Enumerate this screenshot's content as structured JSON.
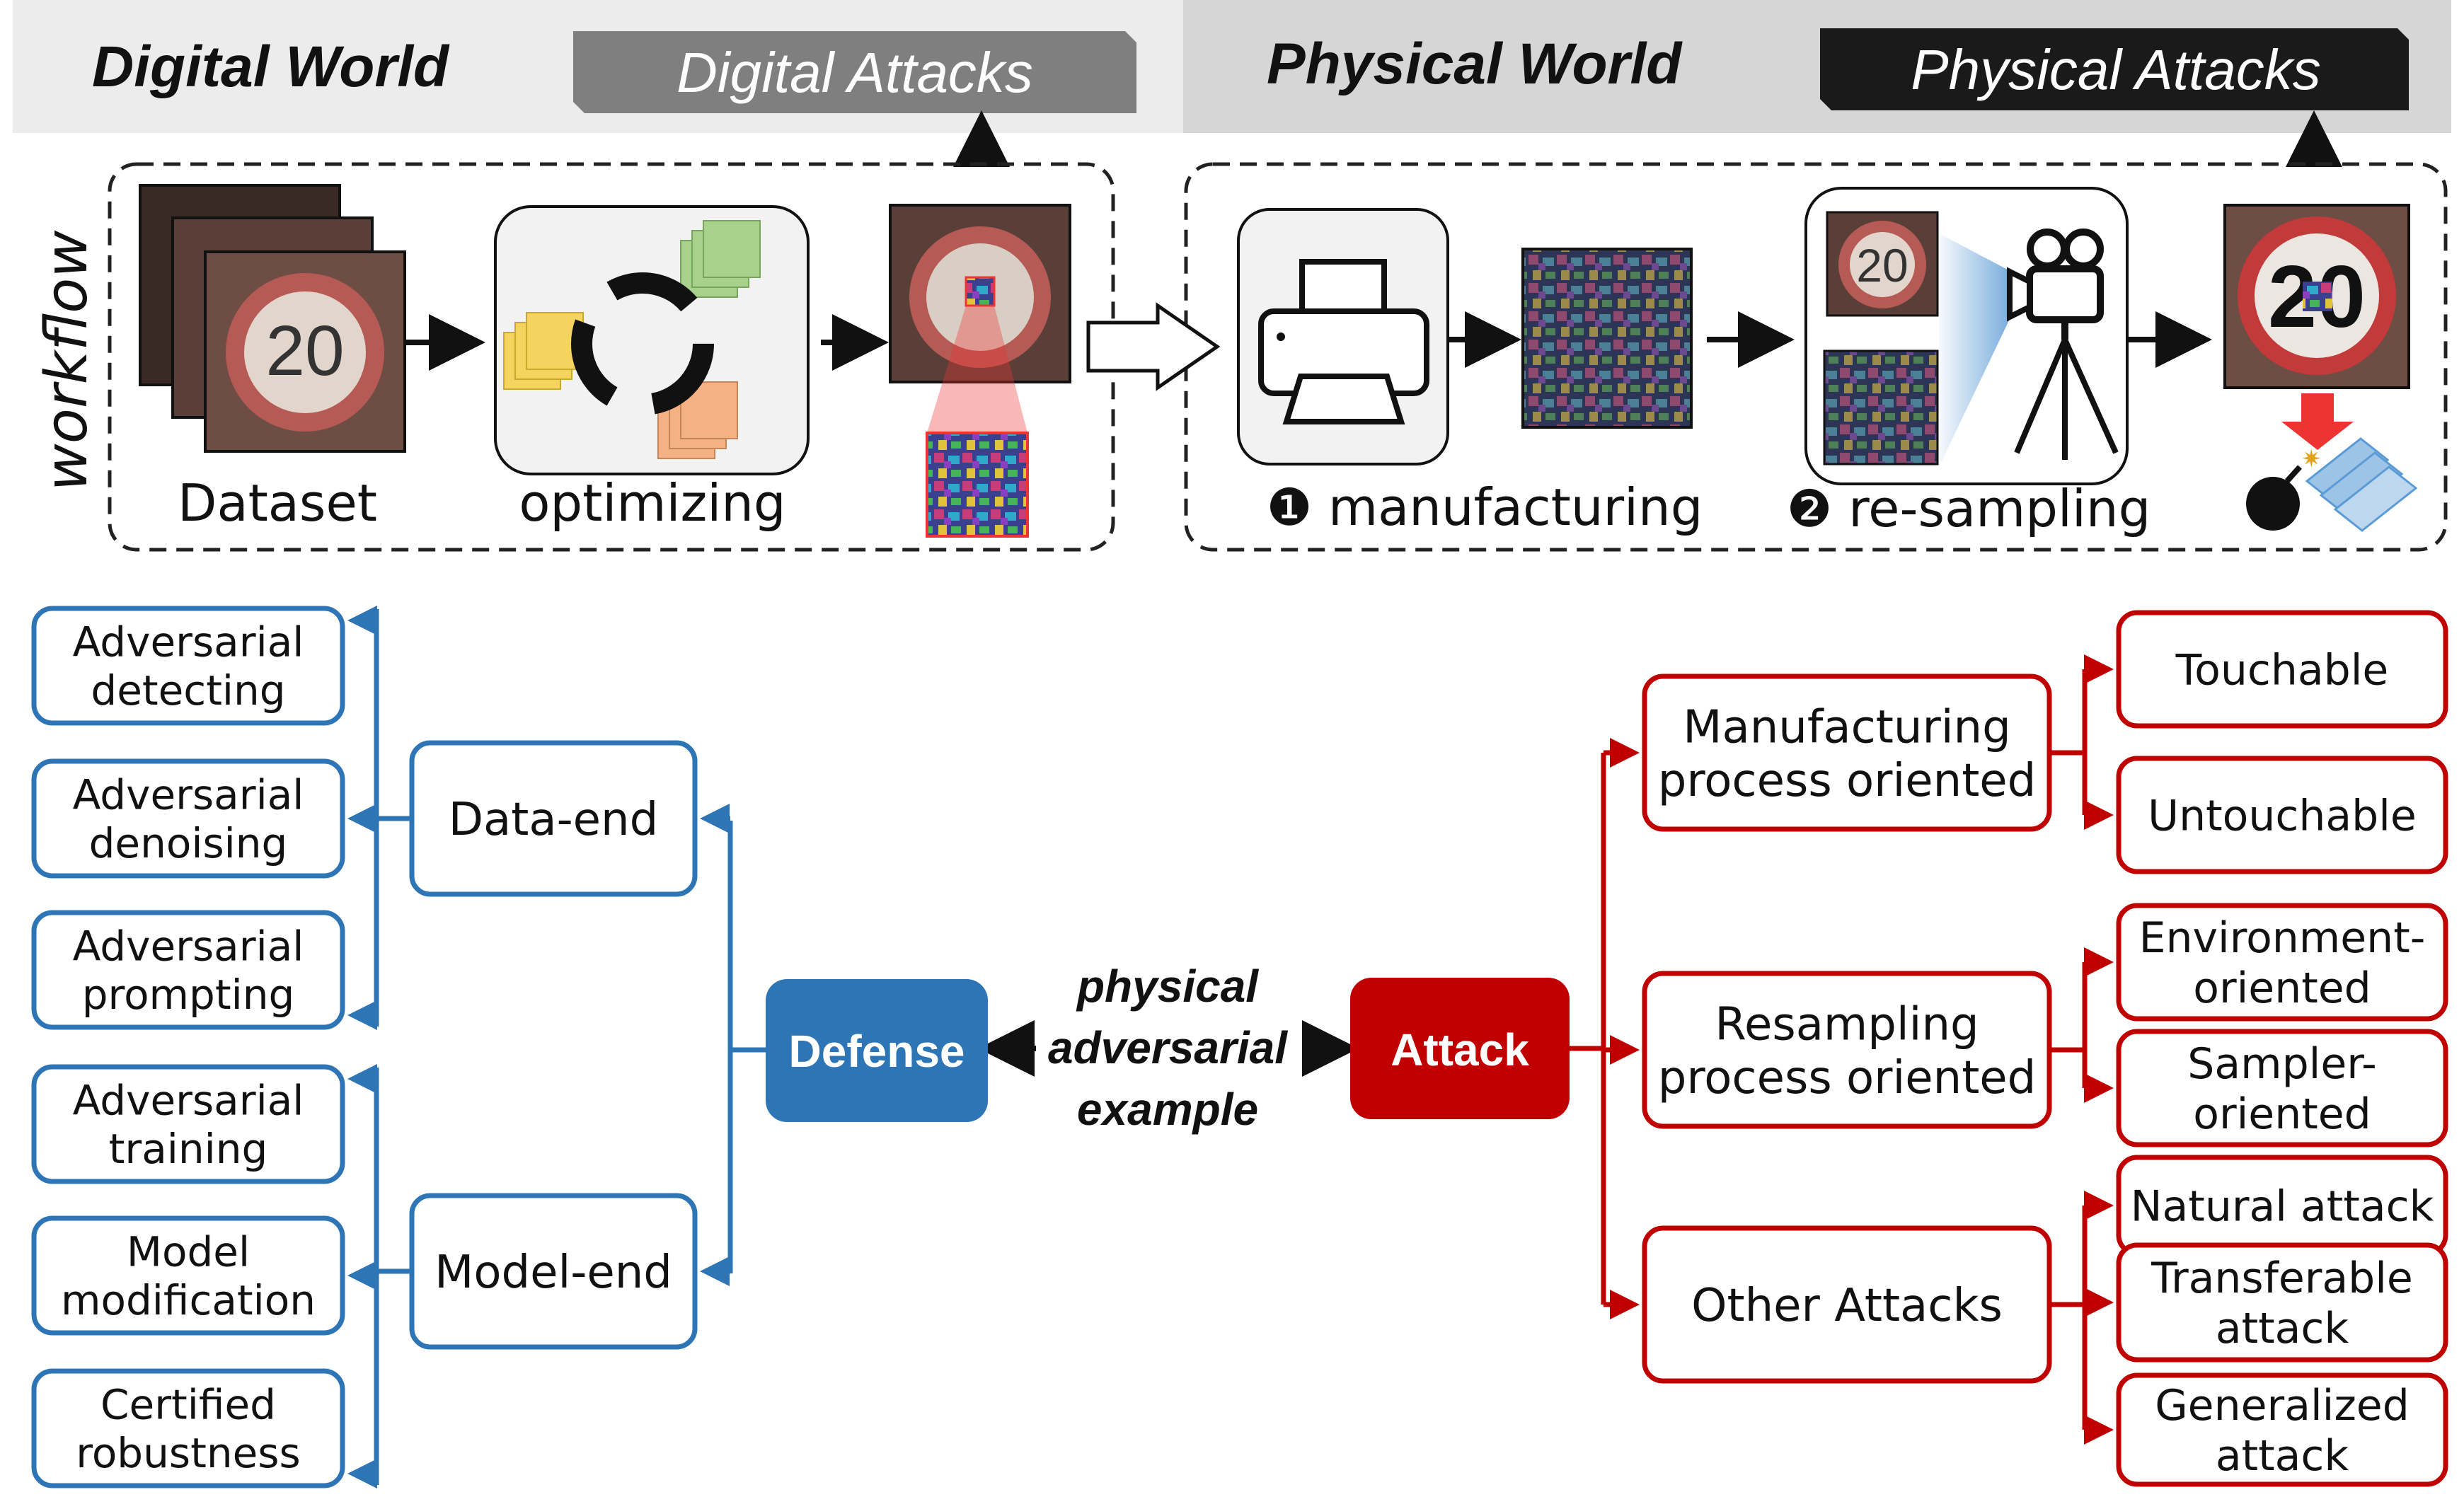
{
  "header": {
    "digital_world": "Digital World",
    "digital_attacks": "Digital Attacks",
    "physical_world": "Physical World",
    "physical_attacks": "Physical Attacks"
  },
  "workflow": {
    "side_label": "workflow",
    "dataset": "Dataset",
    "optimizing": "optimizing",
    "manufacturing": "❶ manufacturing",
    "resampling": "❷ re-sampling",
    "sign_text": "20"
  },
  "taxonomy": {
    "center": [
      "physical",
      "adversarial",
      "example"
    ],
    "defense": "Defense",
    "attack": "Attack",
    "defense_groups": [
      {
        "label": "Data-end",
        "children": [
          [
            "Adversarial",
            "detecting"
          ],
          [
            "Adversarial",
            "denoising"
          ],
          [
            "Adversarial",
            "prompting"
          ]
        ]
      },
      {
        "label": "Model-end",
        "children": [
          [
            "Adversarial",
            "training"
          ],
          [
            "Model",
            "modification"
          ],
          [
            "Certified",
            "robustness"
          ]
        ]
      }
    ],
    "attack_groups": [
      {
        "label": [
          "Manufacturing",
          "process oriented"
        ],
        "children": [
          [
            "Touchable"
          ],
          [
            "Untouchable"
          ]
        ]
      },
      {
        "label": [
          "Resampling",
          "process oriented"
        ],
        "children": [
          [
            "Environment-",
            "oriented"
          ],
          [
            "Sampler-",
            "oriented"
          ]
        ]
      },
      {
        "label": [
          "Other Attacks"
        ],
        "children": [
          [
            "Natural attack"
          ],
          [
            "Transferable",
            "attack"
          ],
          [
            "Generalized",
            "attack"
          ]
        ]
      }
    ]
  },
  "colors": {
    "blue": "#2e75b6",
    "red": "#c00000",
    "header_bg": "#ececec",
    "header_bg2": "#d6d6d6",
    "tag_gray": "#7f7f7f",
    "tag_black": "#1a1a1a"
  }
}
